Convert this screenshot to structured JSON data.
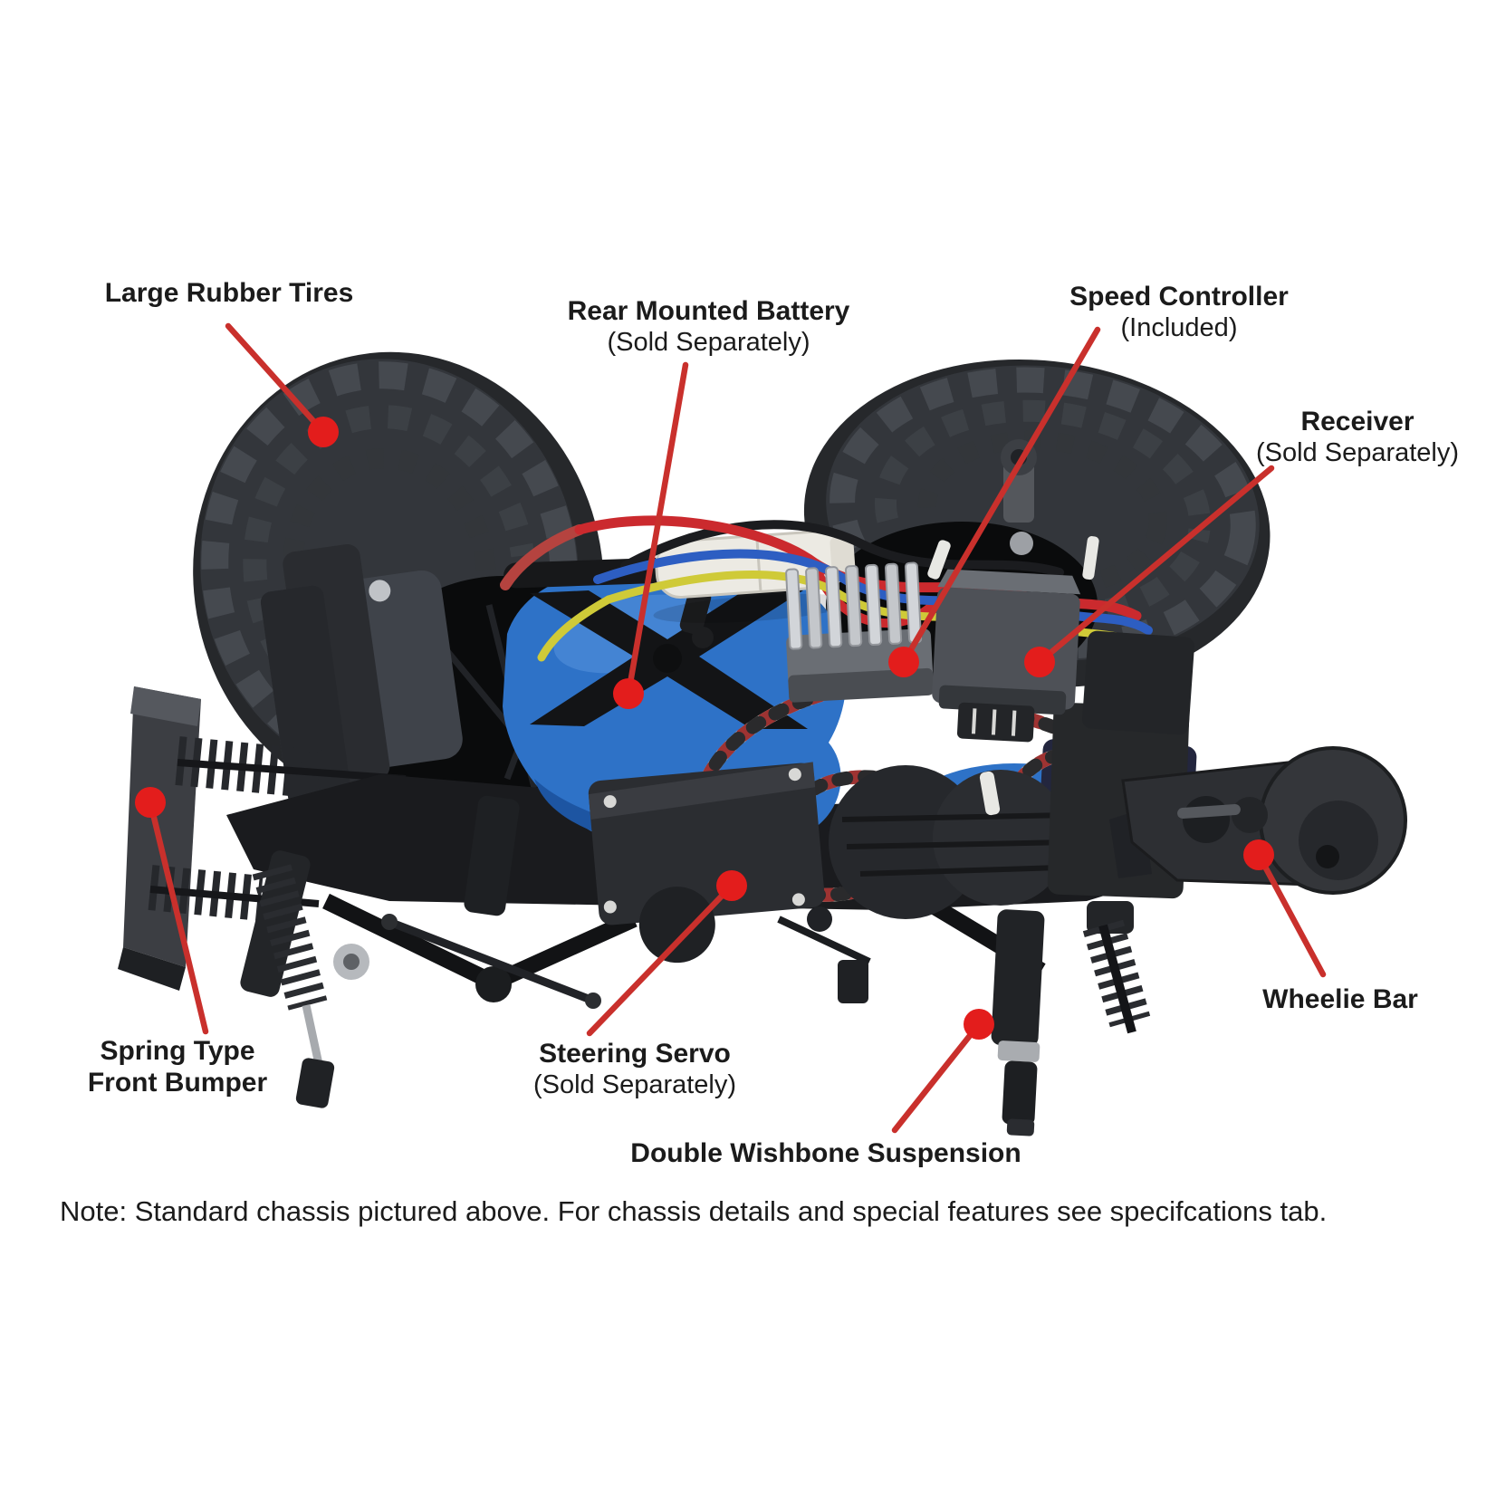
{
  "canvas": {
    "background": "#ffffff"
  },
  "colors": {
    "annotation_line": "#c9302c",
    "annotation_dot": "#e31d1c",
    "label_text": "#1b1b1b",
    "battery_blue": "#2e72c7",
    "wire_red": "#cb2a2e",
    "wire_blue": "#2d5ec2",
    "wire_yellow": "#cfca38",
    "heatsink_silver": "#d2d5d9"
  },
  "callouts": [
    {
      "title": "Large Rubber Tires"
    },
    {
      "title": "Rear Mounted Battery",
      "sub": "(Sold Separately)"
    },
    {
      "title": "Speed Controller",
      "sub": "(Included)"
    },
    {
      "title": "Receiver",
      "sub": "(Sold Separately)"
    },
    {
      "title": "Wheelie Bar"
    },
    {
      "title": "Spring Type",
      "title2": "Front Bumper"
    },
    {
      "title": "Steering Servo",
      "sub": "(Sold Separately)"
    },
    {
      "title": "Double Wishbone Suspension"
    }
  ],
  "note": "Note: Standard chassis pictured above. For chassis details and special features see specifcations tab."
}
